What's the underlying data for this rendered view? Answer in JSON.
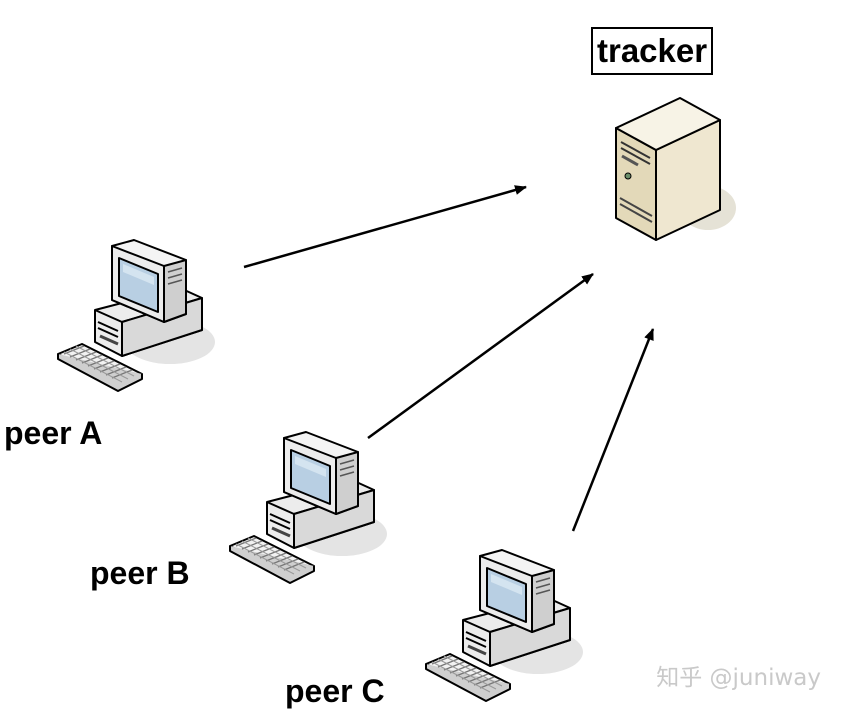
{
  "tracker": {
    "label": "tracker",
    "icon": "server-tower-icon"
  },
  "peers": [
    {
      "label": "peer A",
      "icon": "desktop-computer-icon"
    },
    {
      "label": "peer B",
      "icon": "desktop-computer-icon"
    },
    {
      "label": "peer C",
      "icon": "desktop-computer-icon"
    }
  ],
  "connections": [
    {
      "from": "peer A",
      "to": "tracker"
    },
    {
      "from": "peer B",
      "to": "tracker"
    },
    {
      "from": "peer C",
      "to": "tracker"
    }
  ],
  "watermark": {
    "text": "知乎 @juniway"
  },
  "colors": {
    "arrow": "#000000",
    "computer_body": "#f2f2f2",
    "screen": "#b8cfe3",
    "server_body": "#efe7d0",
    "shadow": "#dcdcdc"
  }
}
